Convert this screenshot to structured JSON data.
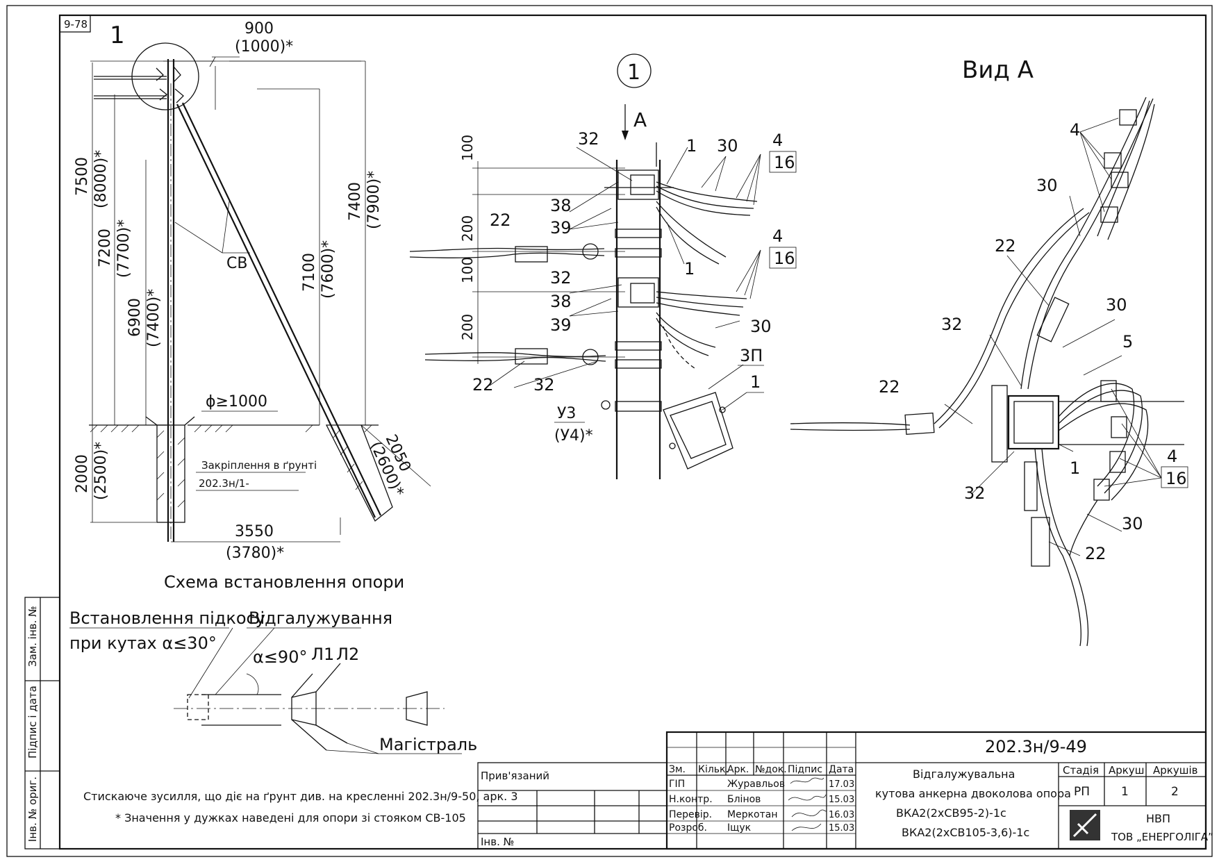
{
  "sheet_ref": "9-78",
  "scheme": {
    "callout": "1",
    "dims": {
      "top_w": "900",
      "top_w_alt": "(1000)*",
      "h1": "7500",
      "h1_alt": "(8000)*",
      "h2": "7200",
      "h2_alt": "(7700)*",
      "h3": "6900",
      "h3_alt": "(7400)*",
      "h4": "7400",
      "h4_alt": "(7900)*",
      "h5": "7100",
      "h5_alt": "(7600)*",
      "depth": "2000",
      "depth_alt": "(2500)*",
      "strut": "2050",
      "strut_alt": "(2600)*",
      "base": "3550",
      "base_alt": "(3780)*",
      "pit": "ϕ≥1000"
    },
    "cv_label": "СВ",
    "anchor_note_1": "Закріплення в ґрунті",
    "anchor_note_2": "202.3н/1-",
    "title": "Схема встановлення опори"
  },
  "detail1": {
    "circle": "1",
    "view_arrow": "А",
    "dims": [
      "100",
      "200",
      "100",
      "200"
    ],
    "labels": {
      "p32a": "32",
      "p1a": "1",
      "p30a": "30",
      "p4a": "4",
      "p16a": "16",
      "p38a": "38",
      "p39a": "39",
      "p22a": "22",
      "p1b": "1",
      "p32b": "32",
      "p4b": "4",
      "p16b": "16",
      "p38b": "38",
      "p39b": "39",
      "p30b": "30",
      "p3p": "3П",
      "p22b": "22",
      "p32c": "32",
      "p1c": "1",
      "u3": "У3",
      "u4": "(У4)*"
    }
  },
  "view_a": {
    "title": "Вид А",
    "labels": {
      "l4a": "4",
      "l30a": "30",
      "l22a": "22",
      "l30b": "30",
      "l32a": "32",
      "l5": "5",
      "l22b": "22",
      "l4b": "4",
      "l16": "16",
      "l1": "1",
      "l32b": "32",
      "l30c": "30",
      "l22c": "22"
    }
  },
  "angles": {
    "strut_title_1": "Встановлення підкосу",
    "strut_title_2": "при кутах α≤30°",
    "branch_title": "Відгалужування",
    "alpha": "α≤90°",
    "l1": "Л1",
    "l2": "Л2",
    "main_line": "Магістраль"
  },
  "notes": {
    "n1": "Стискаюче зусилля, що діє на ґрунт див. на кресленні 202.3н/9-50, арк. 3",
    "n2": "* Значення у дужках наведені для опори зі стояком СВ-105"
  },
  "side_stamp": {
    "zam": "Зам. інв. №",
    "pidpys": "Підпис і дата",
    "inv": "Інв. № ориг."
  },
  "stamp": {
    "pryviaz": "Прив'язаний",
    "inv": "Інв. №",
    "headers": [
      "Зм.",
      "Кільк.",
      "Арк.",
      "№док.",
      "Підпис",
      "Дата"
    ],
    "rows": [
      {
        "role": "ГІП",
        "name": "Журавльов",
        "date": "17.03"
      },
      {
        "role": "Н.контр.",
        "name": "Блінов",
        "date": "15.03"
      },
      {
        "role": "Перевір.",
        "name": "Меркотан",
        "date": "16.03"
      },
      {
        "role": "Розроб.",
        "name": "Іщук",
        "date": "15.03"
      }
    ],
    "code": "202.3н/9-49",
    "desc": [
      "Відгалужувальна",
      "кутова анкерна двоколова опора",
      "ВКА2(2хСВ95-2)-1с",
      "ВКА2(2хСВ105-3,6)-1с"
    ],
    "stage_h": "Стадія",
    "sheet_h": "Аркуш",
    "sheets_h": "Аркушів",
    "stage": "РП",
    "sheet": "1",
    "sheets": "2",
    "org_1": "НВП",
    "org_2": "ТОВ „ЕНЕРГОЛІГА”"
  }
}
